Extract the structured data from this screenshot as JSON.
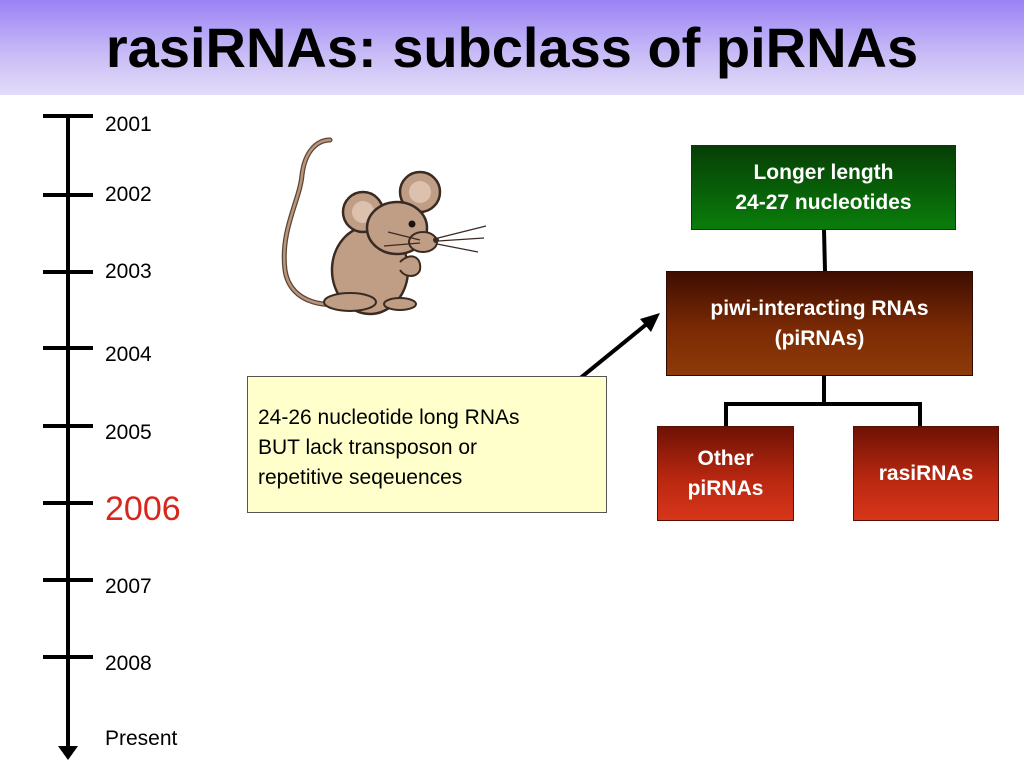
{
  "slide": {
    "title": "rasiRNAs: subclass of piRNAs"
  },
  "timeline": {
    "labels": [
      "2001",
      "2002",
      "2003",
      "2004",
      "2005",
      "2006",
      "2007",
      "2008",
      "Present"
    ],
    "highlighted": "2006",
    "highlight_color": "#d8261b"
  },
  "diagram": {
    "top_box": {
      "line1": "Longer length",
      "line2": "24-27 nucleotides",
      "color": "#0a7d0a"
    },
    "middle_box": {
      "line1": "piwi-interacting RNAs",
      "line2": "(piRNAs)",
      "color": "#7a2a04"
    },
    "left_child": {
      "line1": "Other",
      "line2": "piRNAs",
      "color": "#c02e14"
    },
    "right_child": {
      "label": "rasiRNAs",
      "color": "#c02e14"
    }
  },
  "note": {
    "line1": "24-26 nucleotide long RNAs",
    "line2": "BUT lack transposon or",
    "line3": "repetitive seqeuences",
    "background": "#ffffcc"
  },
  "illustration": {
    "icon": "mouse-icon"
  }
}
